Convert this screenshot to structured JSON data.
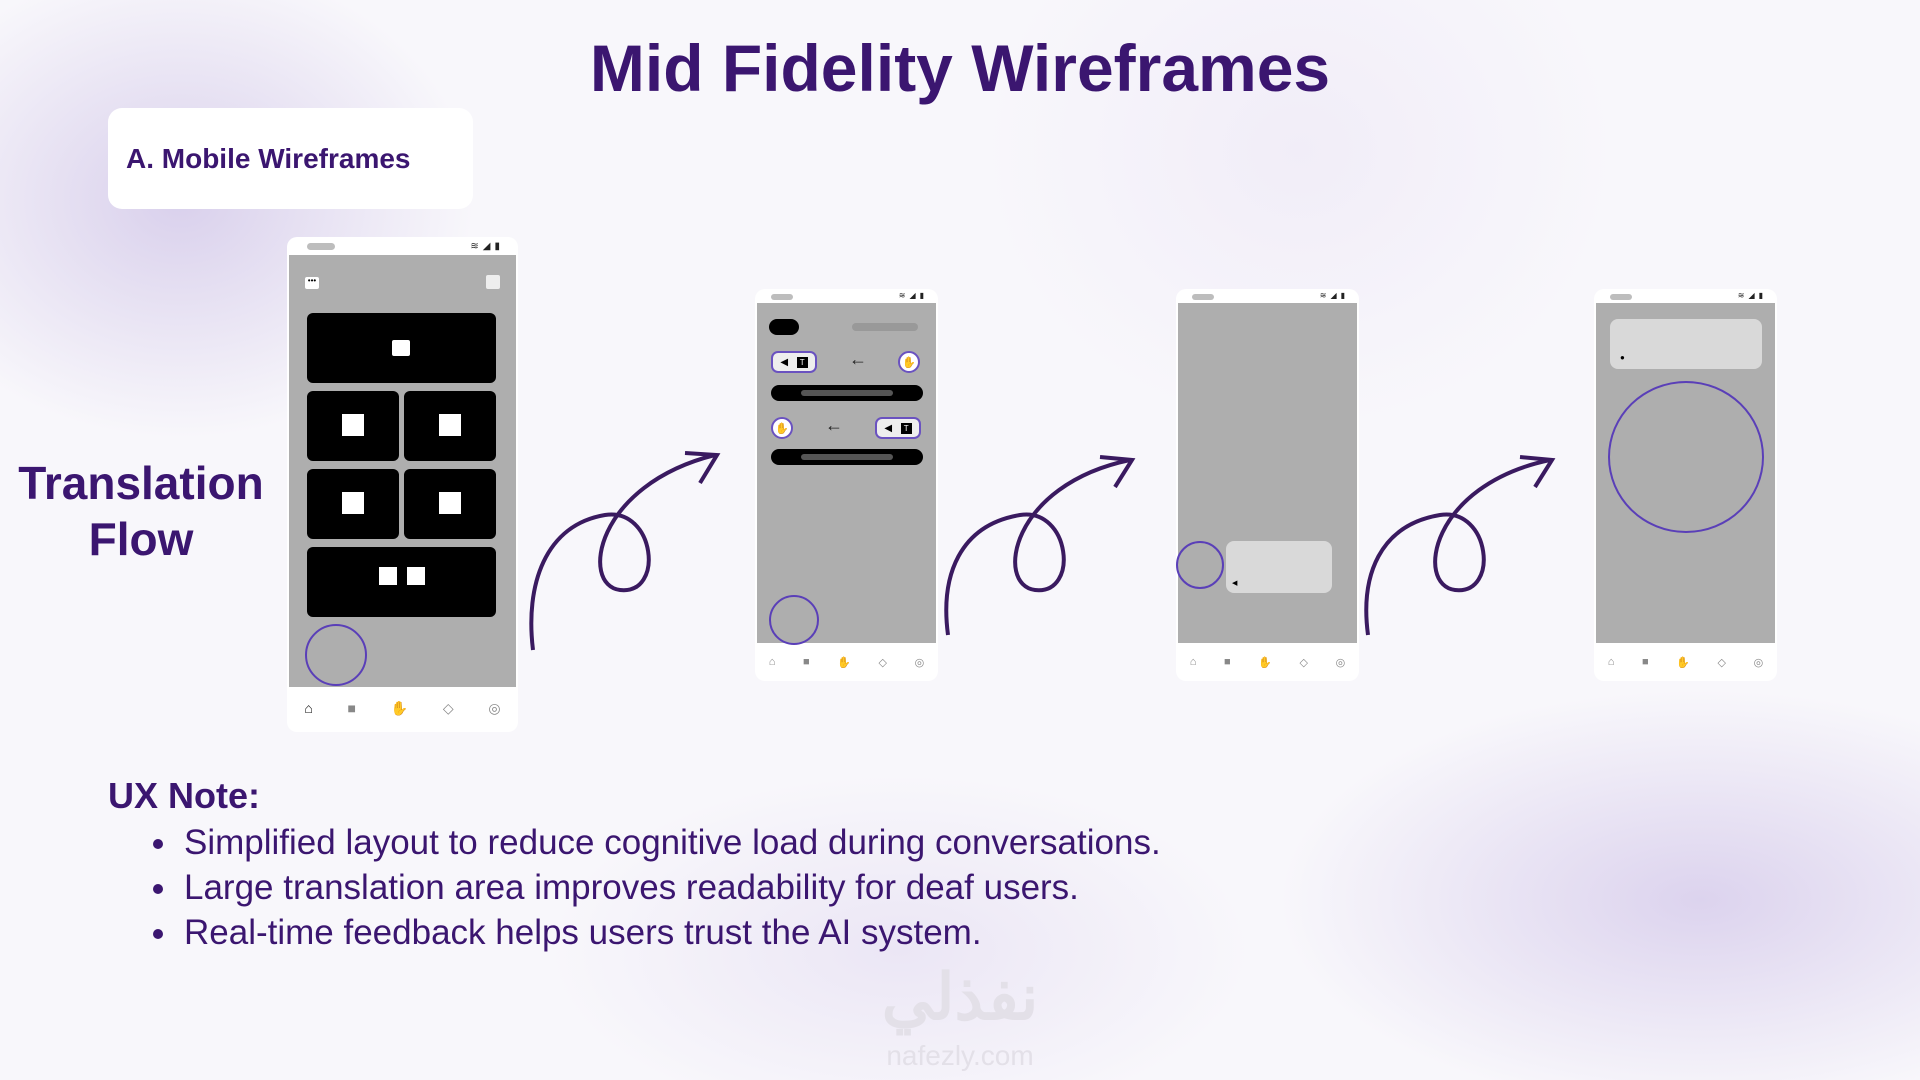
{
  "title": "Mid Fidelity Wireframes",
  "section_tag": "A. Mobile Wireframes",
  "flow_label_line1": "Translation",
  "flow_label_line2": "Flow",
  "ux_note": {
    "heading": "UX Note:",
    "items": [
      "Simplified layout to reduce cognitive load during conversations.",
      "Large translation area improves readability for deaf users.",
      "Real-time feedback helps users trust the AI system."
    ]
  },
  "watermark": {
    "arabic": "نفذلي",
    "latin": "nafezly.com"
  },
  "icons": {
    "status": [
      "wifi-icon",
      "signal-icon",
      "battery-icon"
    ],
    "nav": [
      "home-icon",
      "video-icon",
      "sign-language-icon",
      "learn-icon",
      "profile-icon"
    ]
  },
  "colors": {
    "accent": "#3b1670",
    "ring": "#5a3fb8",
    "screen": "#aeaeae"
  }
}
